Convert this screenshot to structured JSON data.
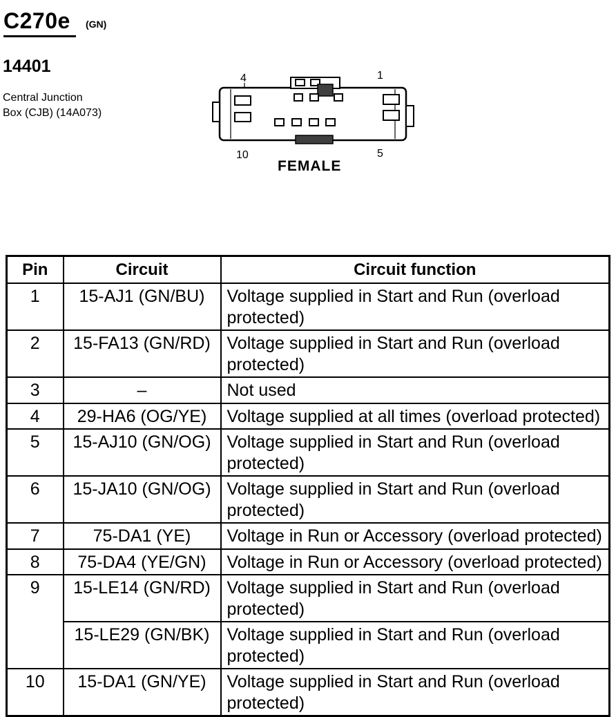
{
  "colors": {
    "paper": "#ffffff",
    "ink": "#000000",
    "shaded_fill": "#3f3f3f"
  },
  "header": {
    "connector_code": "C270e",
    "color_code": "(GN)",
    "part_number": "14401",
    "component_line1": "Central Junction",
    "component_line2": "Box (CJB) (14A073)"
  },
  "connector": {
    "gender_label": "FEMALE",
    "pin_label_top_left": "4",
    "pin_label_top_right": "1",
    "pin_label_bottom_left": "10",
    "pin_label_bottom_right": "5"
  },
  "table": {
    "headers": {
      "pin": "Pin",
      "circuit": "Circuit",
      "function": "Circuit function"
    },
    "rows": [
      {
        "pin": "1",
        "circuit": "15-AJ1 (GN/BU)",
        "function": "Voltage supplied in Start and Run (overload protected)"
      },
      {
        "pin": "2",
        "circuit": "15-FA13 (GN/RD)",
        "function": "Voltage supplied in Start and Run (overload protected)"
      },
      {
        "pin": "3",
        "circuit": "–",
        "function": "Not used"
      },
      {
        "pin": "4",
        "circuit": "29-HA6 (OG/YE)",
        "function": "Voltage supplied at all times (overload protected)"
      },
      {
        "pin": "5",
        "circuit": "15-AJ10 (GN/OG)",
        "function": "Voltage supplied in Start and Run (overload protected)"
      },
      {
        "pin": "6",
        "circuit": "15-JA10 (GN/OG)",
        "function": "Voltage supplied in Start and Run (overload protected)"
      },
      {
        "pin": "7",
        "circuit": "75-DA1 (YE)",
        "function": "Voltage in Run or Accessory (overload protected)"
      },
      {
        "pin": "8",
        "circuit": "75-DA4 (YE/GN)",
        "function": "Voltage in Run or Accessory (overload protected)"
      },
      {
        "pin": "9",
        "circuit": "15-LE14 (GN/RD)",
        "function": "Voltage supplied in Start and Run (overload protected)"
      },
      {
        "pin": "",
        "circuit": "15-LE29 (GN/BK)",
        "function": "Voltage supplied in Start and Run (overload protected)"
      },
      {
        "pin": "10",
        "circuit": "15-DA1 (GN/YE)",
        "function": "Voltage supplied in Start and Run (overload protected)"
      }
    ]
  }
}
